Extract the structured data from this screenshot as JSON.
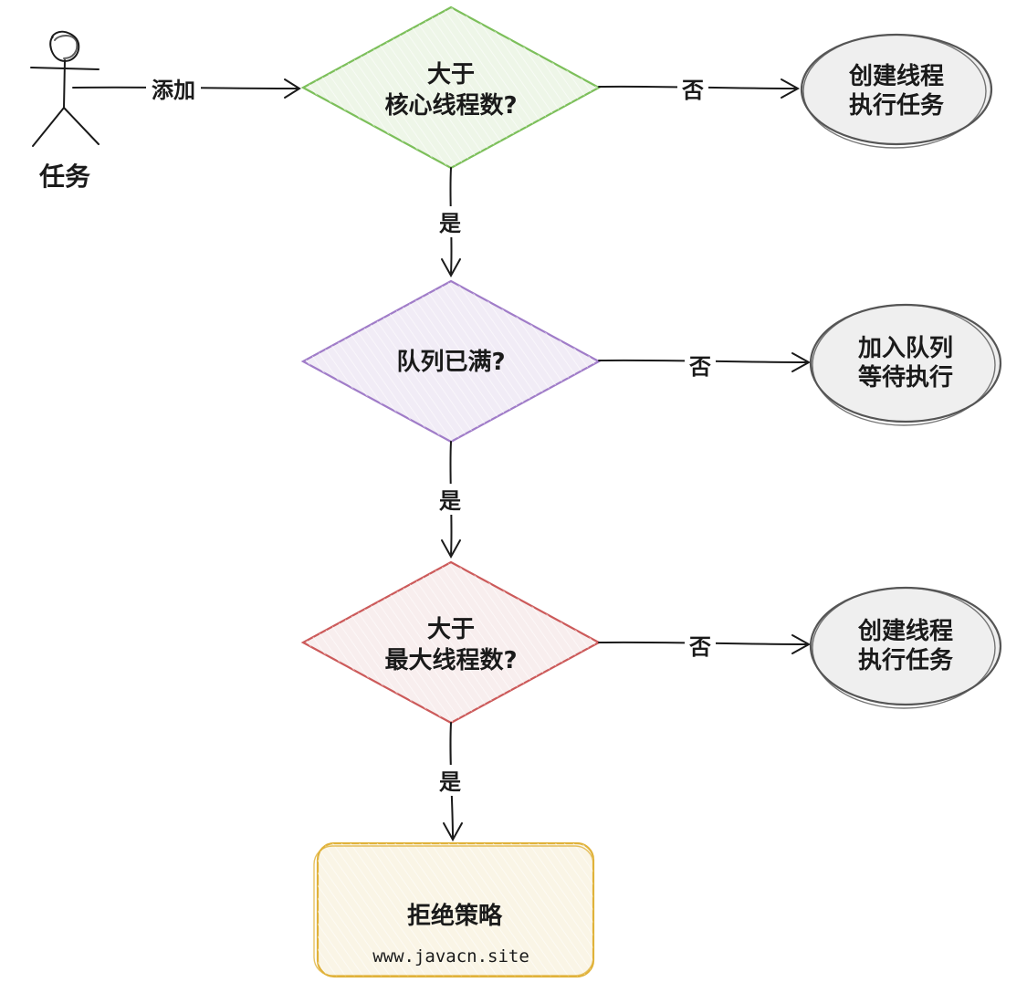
{
  "actor": {
    "label": "任务"
  },
  "edges": {
    "add_label": "添加",
    "no_label": "否",
    "yes_label": "是"
  },
  "decisions": [
    {
      "line1": "大于",
      "line2": "核心线程数?",
      "color": "#7cbf5a",
      "fill": "#eef6e8"
    },
    {
      "line1": "队列已满?",
      "line2": "",
      "color": "#a07cc8",
      "fill": "#f1ecf6"
    },
    {
      "line1": "大于",
      "line2": "最大线程数?",
      "color": "#cc5a5a",
      "fill": "#f8eeee"
    }
  ],
  "outcomes": [
    {
      "line1": "创建线程",
      "line2": "执行任务"
    },
    {
      "line1": "加入队列",
      "line2": "等待执行"
    },
    {
      "line1": "创建线程",
      "line2": "执行任务"
    }
  ],
  "terminal": {
    "label": "拒绝策略",
    "url": "www.javacn.site",
    "color": "#e0b23a",
    "fill": "#faf5e6"
  },
  "colors": {
    "line": "#1a1a1a",
    "ellipse_stroke": "#555555",
    "ellipse_fill": "#efefef"
  }
}
